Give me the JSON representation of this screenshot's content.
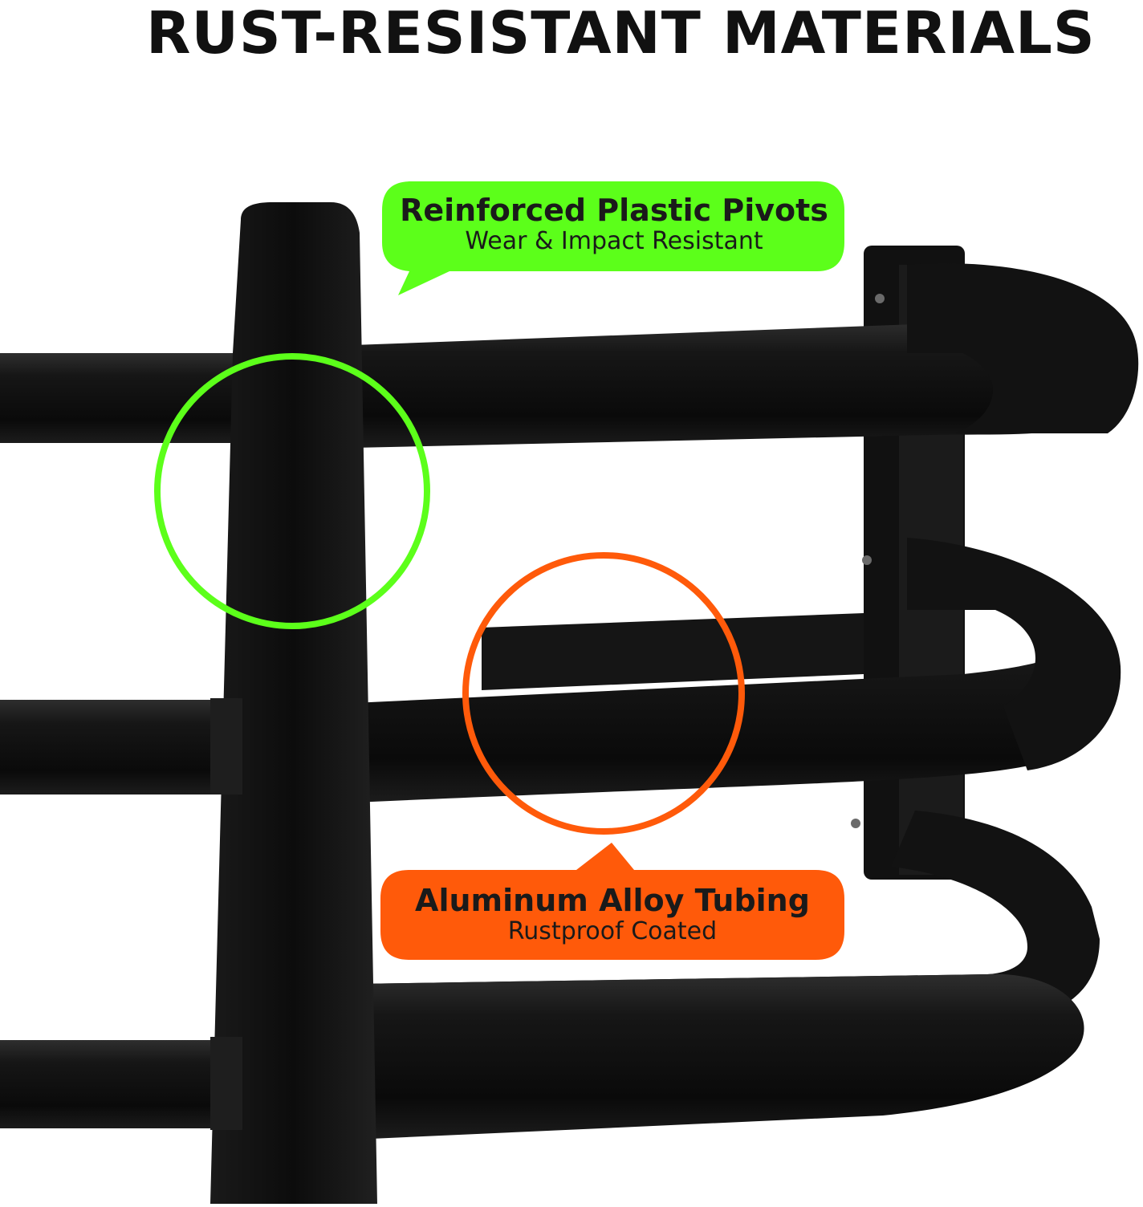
{
  "headline": "RUST-RESISTANT MATERIALS",
  "callouts": {
    "pivots": {
      "title": "Reinforced Plastic Pivots",
      "subtitle": "Wear & Impact Resistant",
      "color": "#5cff1a"
    },
    "tubing": {
      "title": "Aluminum Alloy Tubing",
      "subtitle": "Rustproof Coated",
      "color": "#ff5a0a"
    }
  },
  "colors": {
    "background": "#ffffff",
    "product": "#0e0e0e",
    "product_highlight": "#2b2b2b"
  }
}
